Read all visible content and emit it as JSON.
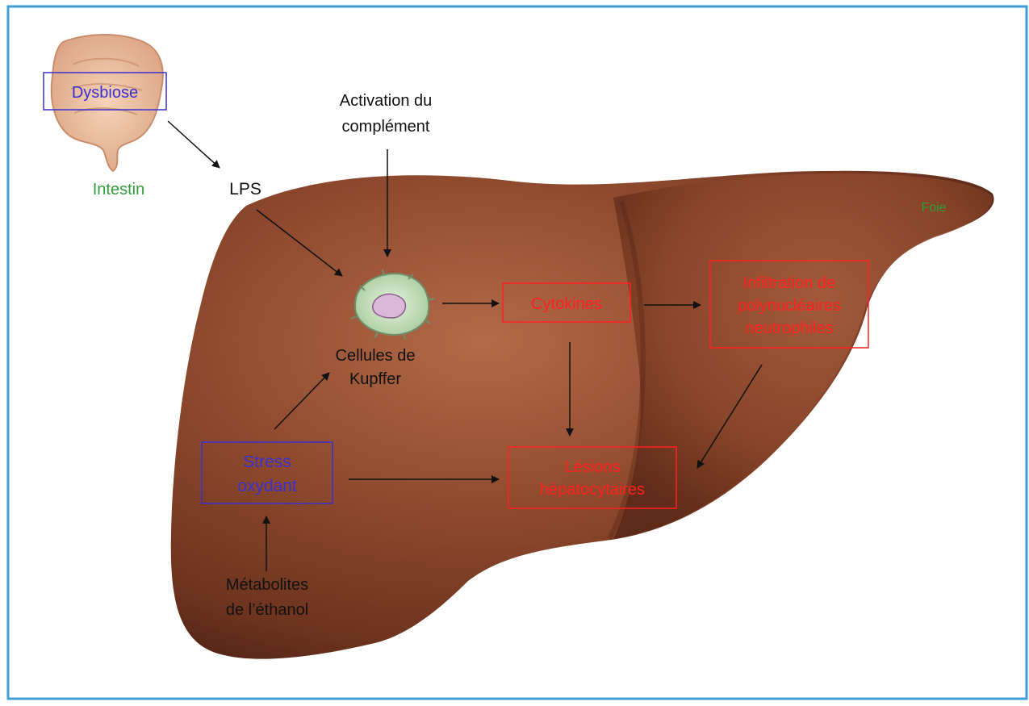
{
  "labels": {
    "dysbiose": "Dysbiose",
    "intestin": "Intestin",
    "lps": "LPS",
    "activation_line1": "Activation du",
    "activation_line2": "complément",
    "kupffer_line1": "Cellules de",
    "kupffer_line2": "Kupffer",
    "cytokines": "Cytokines",
    "infiltration_line1": "Infiltration de",
    "infiltration_line2": "polynucléaires",
    "infiltration_line3": "neutrophiles",
    "stress_line1": "Stress",
    "stress_line2": "oxydant",
    "lesions_line1": "Lésions",
    "lesions_line2": "hépatocytaires",
    "metabolites_line1": "Métabolites",
    "metabolites_line2": "de l’éthanol",
    "foie": "Foie"
  },
  "colors": {
    "frame": "#3d9fd6",
    "blue_text": "#3a2fd0",
    "red_text": "#ff2020",
    "green_text": "#2f9d3a",
    "liver": "#7a3a22",
    "arrow": "#111111"
  },
  "icons": {
    "intestine": "intestine-illustration",
    "kupffer_cell": "kupffer-cell-icon",
    "liver": "liver-illustration"
  }
}
